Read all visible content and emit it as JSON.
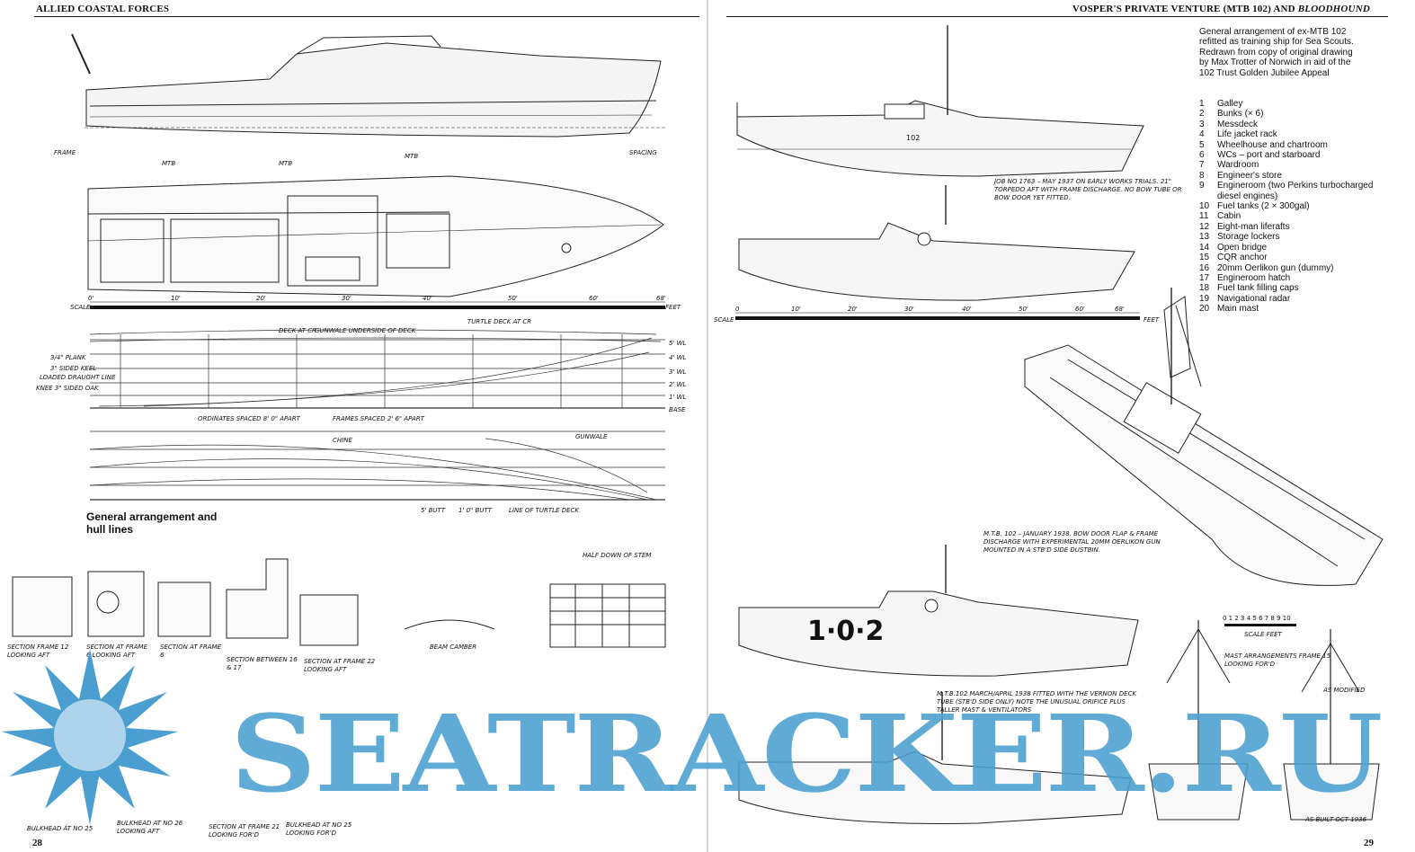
{
  "left_page": {
    "running_head": "ALLIED COASTAL FORCES",
    "folio": "28",
    "caption": "General arrangement and hull lines",
    "profile_labels": {
      "frame": "FRAME",
      "spacing": "SPACING",
      "mtb": "MTB"
    },
    "scale_label": "SCALE",
    "scale_feet": "FEET",
    "scale_ticks": [
      "0'",
      "10'",
      "20'",
      "30'",
      "40'",
      "50'",
      "60'",
      "68'"
    ],
    "lines_labels": [
      "DECK AT CR",
      "GUNWALE UNDERSIDE OF DECK",
      "TURTLE DECK AT CR",
      "3/4\" PLANK",
      "3\" SIDED KEEL",
      "LOADED DRAUGHT LINE",
      "KNEE 3\" SIDED OAK",
      "ORDINATES SPACED 8' 0\" APART",
      "FRAMES SPACED 2' 6\" APART",
      "CHINE",
      "GUNWALE",
      "5' BUTT",
      "1' 0\" BUTT",
      "LINE OF TURTLE DECK"
    ],
    "waterlines": [
      "5' WL",
      "4' WL",
      "3' WL",
      "2' WL",
      "1' WL",
      "BASE"
    ],
    "sections": [
      "SECTION FRAME 12 LOOKING AFT",
      "SECTION AT FRAME 6 LOOKING AFT",
      "SECTION AT FRAME 6",
      "SECTION BETWEEN 16 & 17",
      "SECTION AT FRAME 22 LOOKING AFT",
      "BEAM CAMBER",
      "HALF DOWN OF STEM"
    ],
    "lower_sections": [
      "BULKHEAD AT NO 25",
      "BULKHEAD AT NO 26 LOOKING AFT",
      "SECTION AT FRAME 21 LOOKING FOR'D",
      "BULKHEAD AT NO 25 LOOKING FOR'D"
    ]
  },
  "right_page": {
    "running_head": "VOSPER'S PRIVATE VENTURE (MTB 102) AND",
    "running_head_italic": "BLOODHOUND",
    "folio": "29",
    "intro": "General arrangement of ex-MTB 102 refitted as training ship for Sea Scouts. Redrawn from copy of original drawing by Max Trotter of Norwich in aid of the 102 Trust Golden Jubilee Appeal",
    "key": [
      {
        "n": "1",
        "t": "Galley"
      },
      {
        "n": "2",
        "t": "Bunks (× 6)"
      },
      {
        "n": "3",
        "t": "Messdeck"
      },
      {
        "n": "4",
        "t": "Life jacket rack"
      },
      {
        "n": "5",
        "t": "Wheelhouse and chartroom"
      },
      {
        "n": "6",
        "t": "WCs – port and starboard"
      },
      {
        "n": "7",
        "t": "Wardroom"
      },
      {
        "n": "8",
        "t": "Engineer's store"
      },
      {
        "n": "9",
        "t": "Engineroom (two Perkins turbocharged diesel engines)"
      },
      {
        "n": "10",
        "t": "Fuel tanks (2 × 300gal)"
      },
      {
        "n": "11",
        "t": "Cabin"
      },
      {
        "n": "12",
        "t": "Eight-man liferafts"
      },
      {
        "n": "13",
        "t": "Storage lockers"
      },
      {
        "n": "14",
        "t": "Open bridge"
      },
      {
        "n": "15",
        "t": "CQR anchor"
      },
      {
        "n": "16",
        "t": "20mm Oerlikon gun (dummy)"
      },
      {
        "n": "17",
        "t": "Engineroom hatch"
      },
      {
        "n": "18",
        "t": "Fuel tank filling caps"
      },
      {
        "n": "19",
        "t": "Navigational radar"
      },
      {
        "n": "20",
        "t": "Main mast"
      }
    ],
    "note_1937": "JOB NO 1763 – MAY 1937 ON EARLY WORKS TRIALS. 21\" TORPEDO AFT WITH FRAME DISCHARGE. NO BOW TUBE OR BOW DOOR YET FITTED.",
    "note_1938": "M.T.B. 102 – JANUARY 1938. BOW DOOR FLAP & FRAME DISCHARGE WITH EXPERIMENTAL 20mm OERLIKON GUN MOUNTED IN A STB'D SIDE DUSTBIN.",
    "note_1938b": "M.T.B.102 MARCH/APRIL 1938 FITTED WITH THE VERNON DECK TUBE (STB'D SIDE ONLY) NOTE THE UNUSUAL ORIFICE PLUS TALLER MAST & VENTILATORS",
    "hull_number": "102",
    "hull_number_big": "1·0·2",
    "scale_label": "SCALE",
    "scale_feet": "FEET",
    "scale_ticks": [
      "0",
      "10'",
      "20'",
      "30'",
      "40'",
      "50'",
      "60'",
      "68'"
    ],
    "small_scale": "0 1 2 3 4 5 6 7 8 9 10",
    "small_scale_label": "SCALE FEET",
    "mast_note": "MAST ARRANGEMENTS FRAME 15 LOOKING FOR'D",
    "as_modified": "AS MODIFIED",
    "as_built": "AS BUILT OCT 1936"
  },
  "watermark": {
    "text": "SEATRACKER.RU",
    "color": "#4a9fd0"
  }
}
